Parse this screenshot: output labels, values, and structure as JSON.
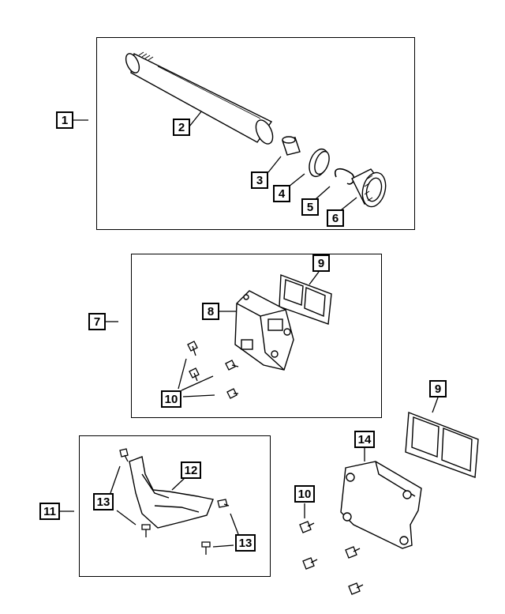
{
  "diagram": {
    "callouts": [
      {
        "id": "c1",
        "label": "1"
      },
      {
        "id": "c2",
        "label": "2"
      },
      {
        "id": "c3",
        "label": "3"
      },
      {
        "id": "c4",
        "label": "4"
      },
      {
        "id": "c5",
        "label": "5"
      },
      {
        "id": "c6",
        "label": "6"
      },
      {
        "id": "c7",
        "label": "7"
      },
      {
        "id": "c8",
        "label": "8"
      },
      {
        "id": "c9a",
        "label": "9"
      },
      {
        "id": "c9b",
        "label": "9"
      },
      {
        "id": "c10a",
        "label": "10"
      },
      {
        "id": "c10b",
        "label": "10"
      },
      {
        "id": "c11",
        "label": "11"
      },
      {
        "id": "c12",
        "label": "12"
      },
      {
        "id": "c13a",
        "label": "13"
      },
      {
        "id": "c13b",
        "label": "13"
      },
      {
        "id": "c14",
        "label": "14"
      }
    ],
    "line_color": "#000000",
    "background": "#ffffff"
  }
}
